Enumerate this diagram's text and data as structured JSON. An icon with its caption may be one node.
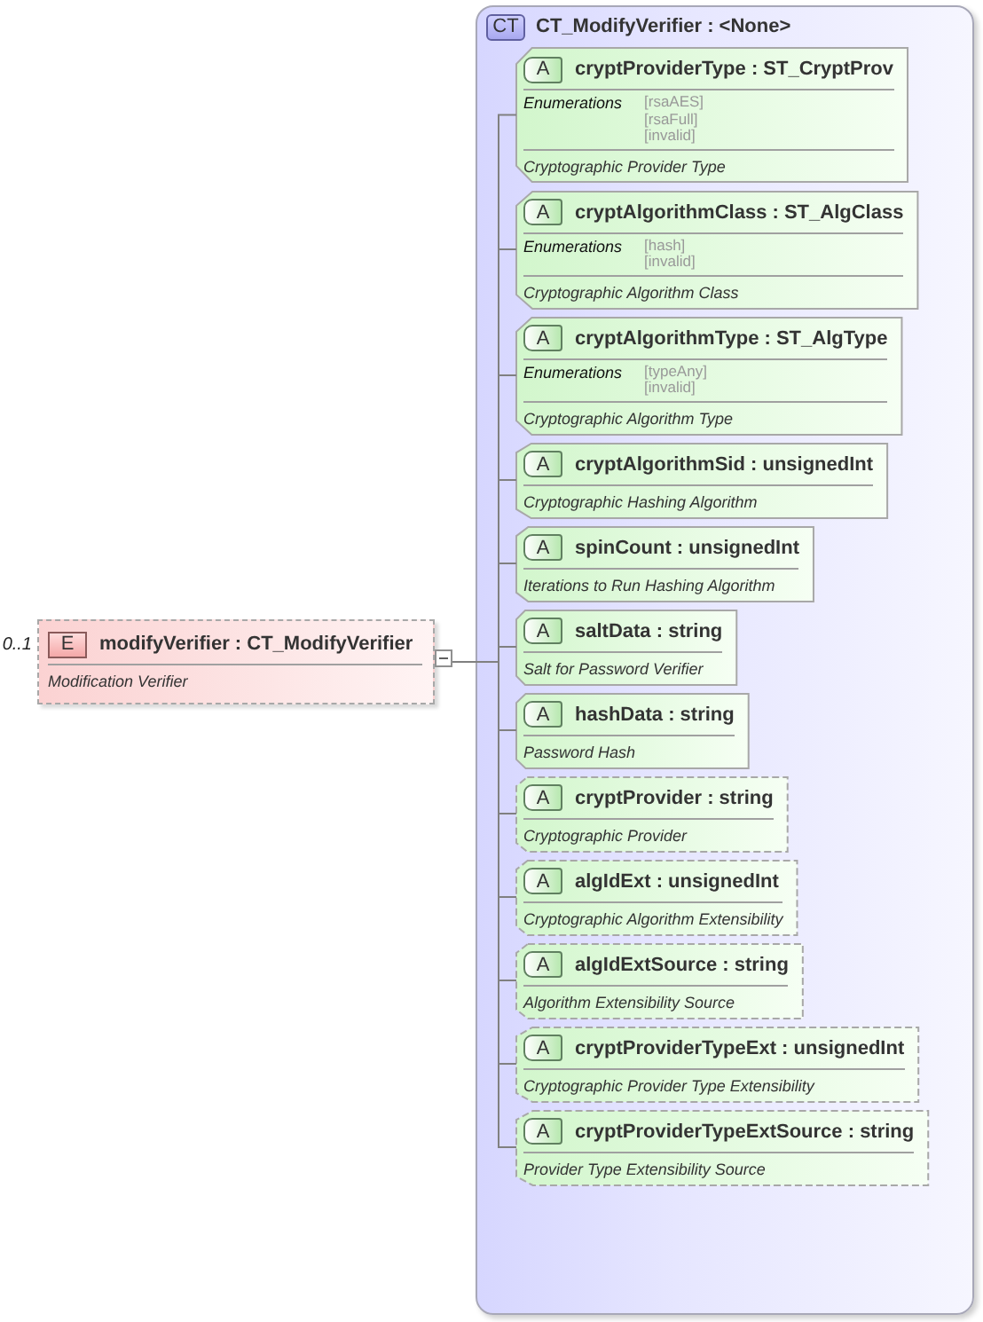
{
  "diagram": {
    "nodes": [
      {
        "text": [
          "E",
          "modifyVerifier : CT_ModifyVerifier",
          "Modification Verifier"
        ],
        "beside": [
          "0..1"
        ]
      },
      {
        "text": [
          "CT",
          "CT_ModifyVerifier : <None>"
        ]
      },
      {
        "text": [
          "A",
          "cryptProviderType : ST_CryptProv",
          "Enumerations",
          "[rsaAES]",
          "[rsaFull]",
          "[invalid]",
          "Cryptographic Provider Type"
        ],
        "in": 1
      },
      {
        "text": [
          "A",
          "cryptAlgorithmClass : ST_AlgClass",
          "Enumerations",
          "[hash]",
          "[invalid]",
          "Cryptographic Algorithm Class"
        ],
        "in": 1
      },
      {
        "text": [
          "A",
          "cryptAlgorithmType : ST_AlgType",
          "Enumerations",
          "[typeAny]",
          "[invalid]",
          "Cryptographic Algorithm Type"
        ],
        "in": 1
      },
      {
        "text": [
          "A",
          "cryptAlgorithmSid : unsignedInt",
          "Cryptographic Hashing Algorithm"
        ],
        "in": 1
      },
      {
        "text": [
          "A",
          "spinCount : unsignedInt",
          "Iterations to Run Hashing Algorithm"
        ],
        "in": 1
      },
      {
        "text": [
          "A",
          "saltData : string",
          "Salt for Password Verifier"
        ],
        "in": 1
      },
      {
        "text": [
          "A",
          "hashData : string",
          "Password Hash"
        ],
        "in": 1
      },
      {
        "text": [
          "A",
          "cryptProvider : string",
          "Cryptographic Provider"
        ],
        "in": 1
      },
      {
        "text": [
          "A",
          "algIdExt : unsignedInt",
          "Cryptographic Algorithm Extensibility"
        ],
        "in": 1
      },
      {
        "text": [
          "A",
          "algIdExtSource : string",
          "Algorithm Extensibility Source"
        ],
        "in": 1
      },
      {
        "text": [
          "A",
          "cryptProviderTypeExt : unsignedInt",
          "Cryptographic Provider Type Extensibility"
        ],
        "in": 1
      },
      {
        "text": [
          "A",
          "cryptProviderTypeExtSource : string",
          "Provider Type Extensibility Source"
        ],
        "in": 1
      }
    ],
    "edges": [
      {
        "from": 0,
        "to": 2,
        "arrow": "none"
      },
      {
        "from": 0,
        "to": 3,
        "arrow": "none"
      },
      {
        "from": 0,
        "to": 4,
        "arrow": "none"
      },
      {
        "from": 0,
        "to": 5,
        "arrow": "none"
      },
      {
        "from": 0,
        "to": 6,
        "arrow": "none"
      },
      {
        "from": 0,
        "to": 7,
        "arrow": "none"
      },
      {
        "from": 0,
        "to": 8,
        "arrow": "none"
      },
      {
        "from": 0,
        "to": 9,
        "arrow": "none"
      },
      {
        "from": 0,
        "to": 10,
        "arrow": "none"
      },
      {
        "from": 0,
        "to": 11,
        "arrow": "none"
      },
      {
        "from": 0,
        "to": 12,
        "arrow": "none"
      },
      {
        "from": 0,
        "to": 13,
        "arrow": "none"
      }
    ]
  }
}
